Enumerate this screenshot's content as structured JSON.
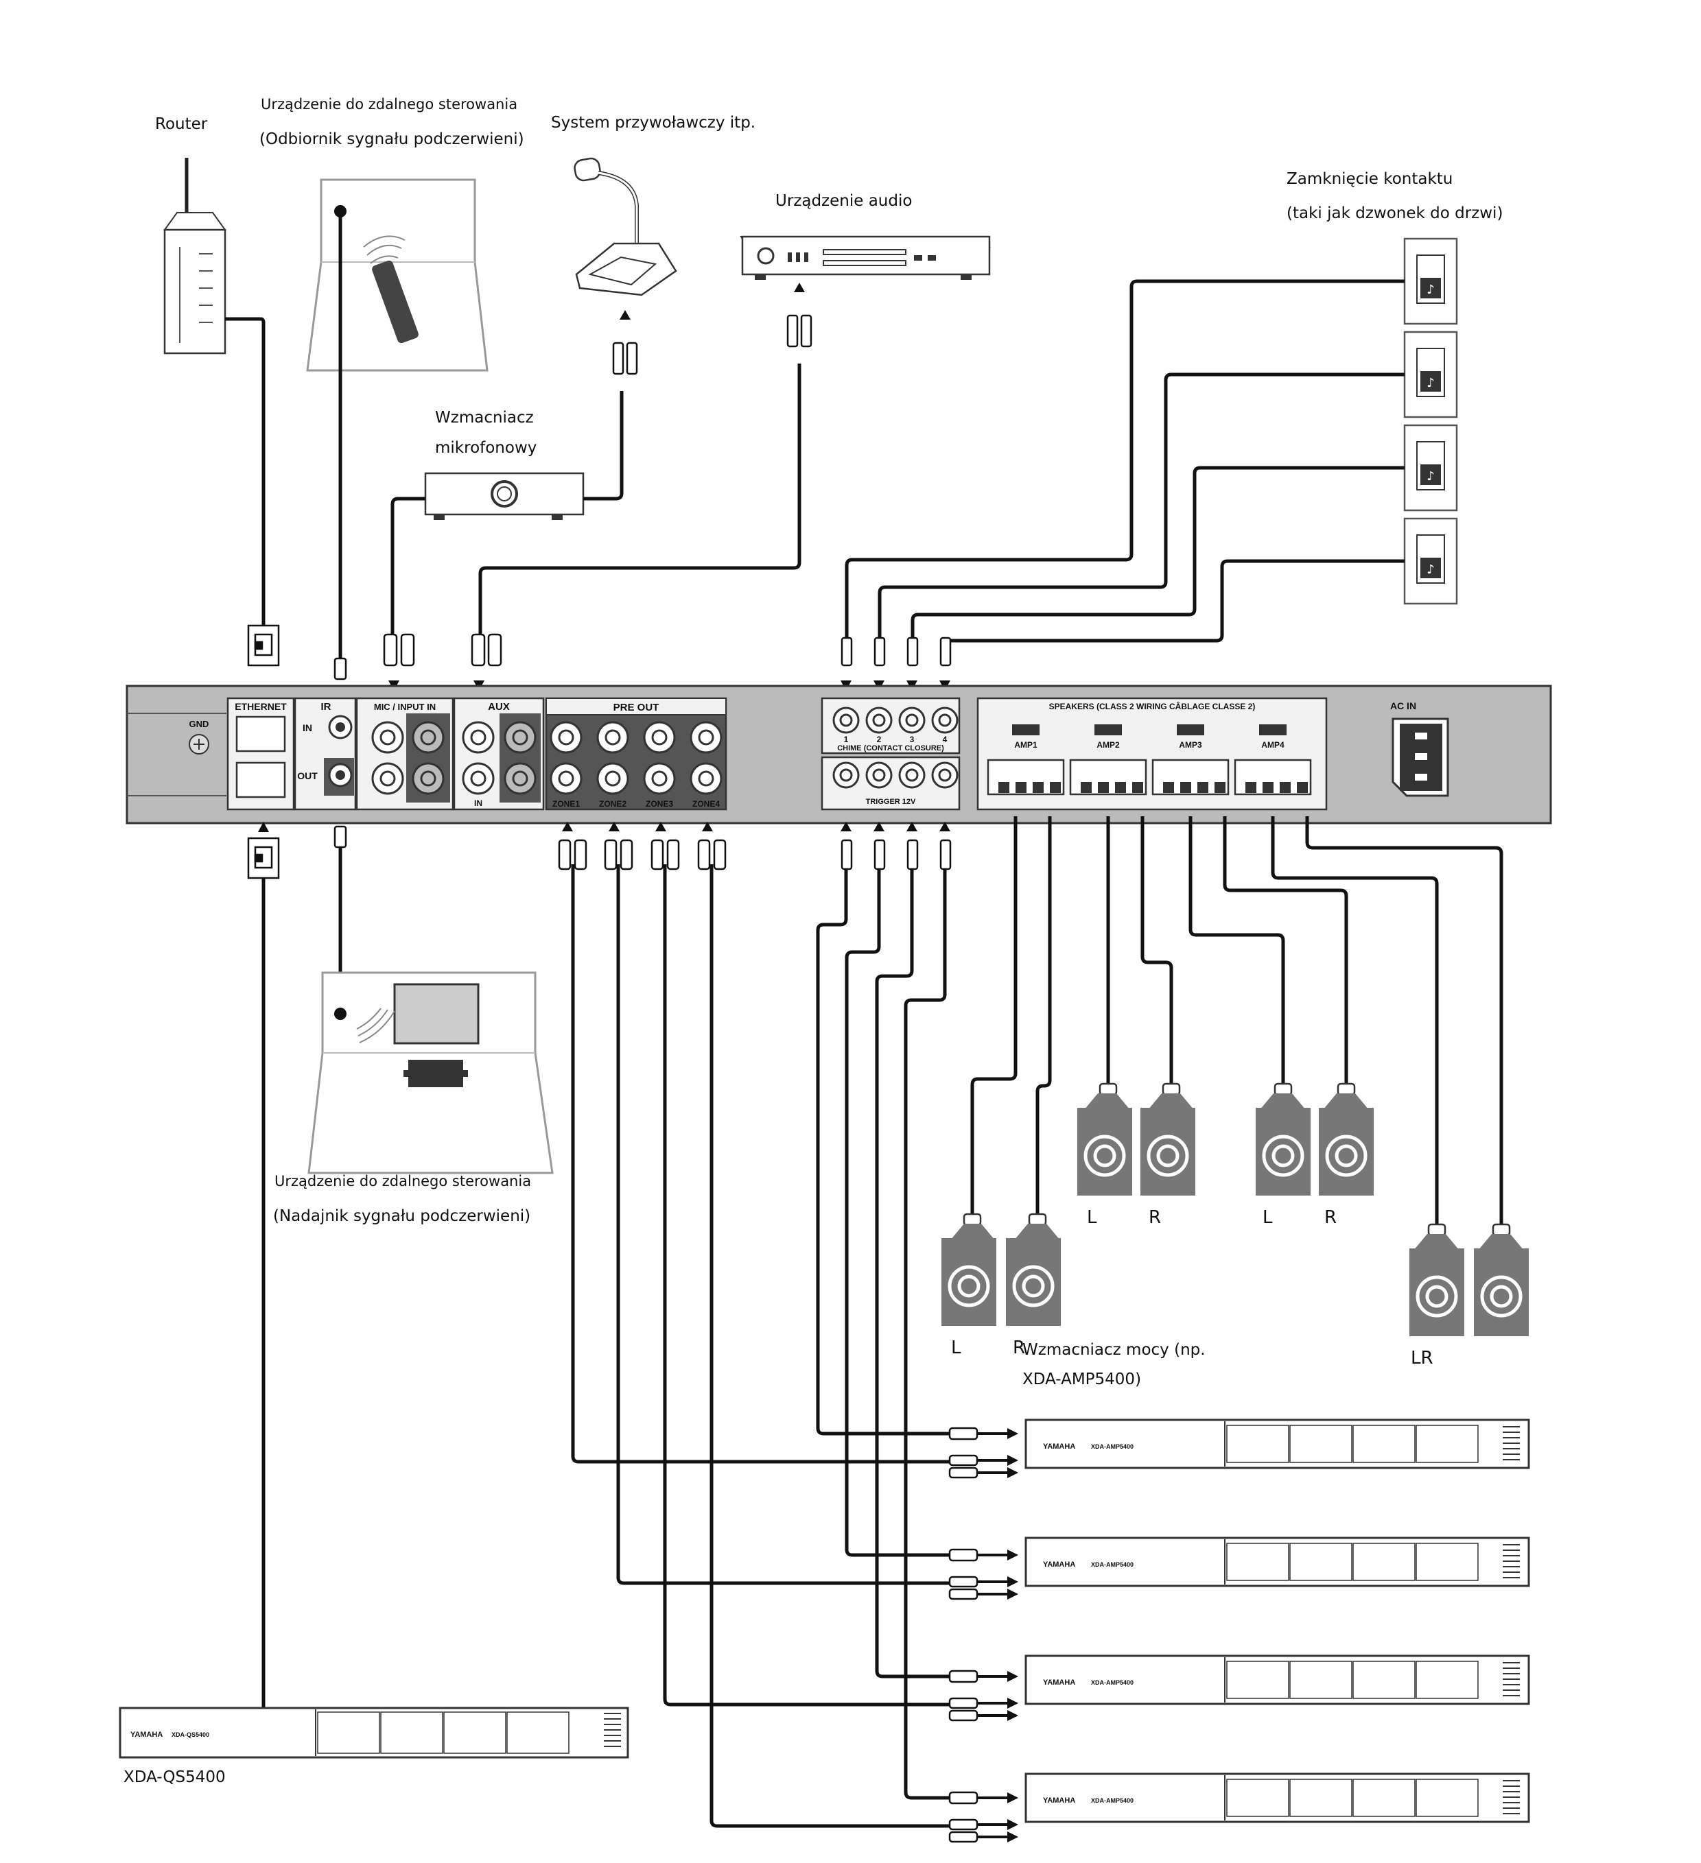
{
  "labels": {
    "router": "Router",
    "remote_rx_line1": "Urządzenie do zdalnego sterowania",
    "remote_rx_line2": "(Odbiornik sygnału podczerwieni)",
    "paging": "System przywoławczy itp.",
    "audio_device": "Urządzenie audio",
    "contact_line1": "Zamknięcie kontaktu",
    "contact_line2": "(taki jak dzwonek do drzwi)",
    "mic_amp_line1": "Wzmacniacz",
    "mic_amp_line2": "mikrofonowy",
    "remote_tx_line1": "Urządzenie do zdalnego sterowania",
    "remote_tx_line2": "(Nadajnik sygnału podczerwieni)",
    "power_amp_line1": "Wzmacniacz mocy (np.",
    "power_amp_line2": "XDA-AMP5400)",
    "xda_qs": "XDA-QS5400",
    "spk_l1": "L",
    "spk_r1": "R",
    "spk_l2": "L",
    "spk_r2": "R",
    "spk_l3": "L",
    "spk_r3": "R",
    "spk_lr": "LR"
  },
  "panel": {
    "ethernet": "ETHERNET",
    "gnd": "GND",
    "ir": "IR",
    "ir_in": "IN",
    "ir_out": "OUT",
    "mic_in": "MIC / INPUT IN",
    "aux": "AUX",
    "in_label": "IN",
    "pre_out": "PRE OUT",
    "zones": [
      "ZONE1",
      "ZONE2",
      "ZONE3",
      "ZONE4"
    ],
    "chime": "CHIME (CONTACT CLOSURE)",
    "chime_nums": [
      "1",
      "2",
      "3",
      "4"
    ],
    "speakers": "SPEAKERS (CLASS 2 WIRING  CÂBLAGE CLASSE 2)",
    "amps": [
      "AMP1",
      "AMP2",
      "AMP3",
      "AMP4"
    ],
    "ac_in": "AC IN",
    "trigger": "TRIGGER 12V"
  },
  "device_labels": {
    "brand": "YAMAHA",
    "amp_model": "XDA-AMP5400",
    "qs_model": "XDA-QS5400"
  }
}
